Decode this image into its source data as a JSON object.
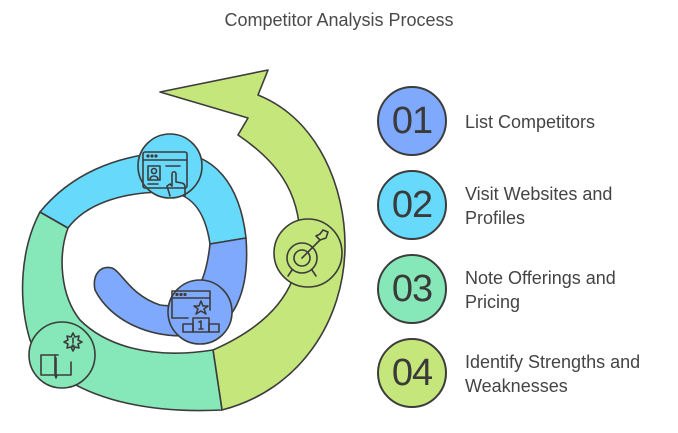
{
  "title": "Competitor Analysis Process",
  "steps": [
    {
      "number": "01",
      "label": "List Competitors",
      "color": "#7fa9fc",
      "icon": "podium-star-icon"
    },
    {
      "number": "02",
      "label": "Visit Websites and Profiles",
      "color": "#67d9fb",
      "icon": "profile-click-icon"
    },
    {
      "number": "03",
      "label": "Note Offerings and Pricing",
      "color": "#86e8b8",
      "icon": "book-alert-icon"
    },
    {
      "number": "04",
      "label": "Identify Strengths and Weaknesses",
      "color": "#c5e67a",
      "icon": "target-arrow-icon"
    }
  ],
  "stroke_color": "#3c3c3c"
}
